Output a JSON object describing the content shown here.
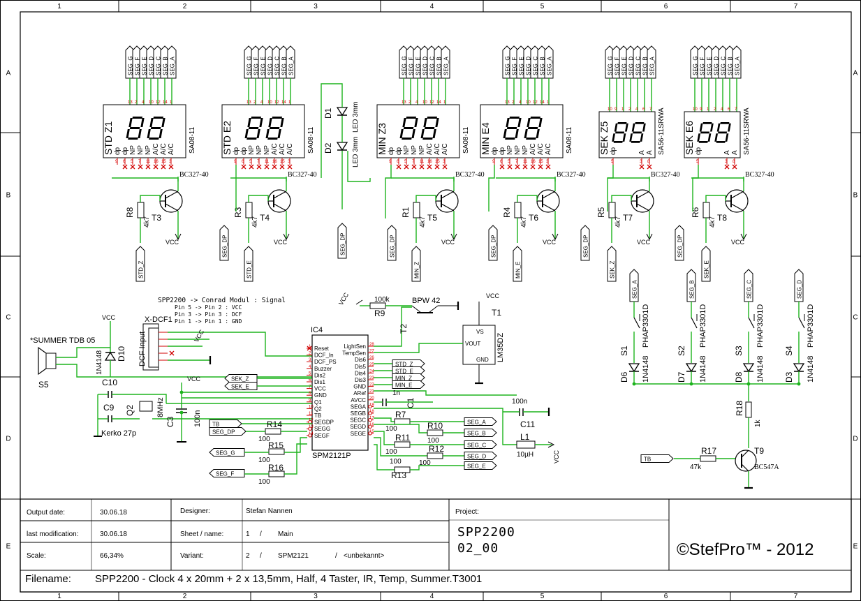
{
  "frame": {
    "columns": [
      "1",
      "2",
      "3",
      "4",
      "5",
      "6",
      "7"
    ],
    "rows": [
      "A",
      "B",
      "C",
      "D",
      "E"
    ]
  },
  "digits": [
    {
      "id": "Z1",
      "label": "STD  Z1",
      "part": "SA08-11",
      "segs": [
        "SEG_G",
        "SEG_F",
        "SEG_E",
        "SEG_D",
        "SEG_C",
        "SEG_B",
        "SEG_A"
      ],
      "pins_top": [
        "13",
        "2",
        "4",
        "10",
        "12",
        "14",
        "1"
      ],
      "pins_bot": [
        "9",
        "6",
        "5",
        "7",
        "11",
        "16",
        "15",
        "3"
      ],
      "bottom": [
        "dp",
        "dp",
        "NP",
        "NP",
        "NP",
        "A/C",
        "A/C",
        "A/C"
      ],
      "led": "8"
    },
    {
      "id": "E2",
      "label": "STD  E2",
      "part": "SA08-11",
      "segs": [
        "SEG_G",
        "SEG_F",
        "SEG_E",
        "SEG_D",
        "SEG_C",
        "SEG_B",
        "SEG_A"
      ],
      "pins_top": [
        "13",
        "2",
        "4",
        "10",
        "12",
        "14",
        "1"
      ],
      "pins_bot": [
        "9",
        "6",
        "5",
        "7",
        "11",
        "16",
        "15",
        "3"
      ],
      "bottom": [
        "dp",
        "dp",
        "NP",
        "NP",
        "NP",
        "A/C",
        "A/C",
        "A/C"
      ],
      "led": "8"
    },
    {
      "id": "Z3",
      "label": "MIN  Z3",
      "part": "SA08-11",
      "segs": [
        "SEG_G",
        "SEG_F",
        "SEG_E",
        "SEG_D",
        "SEG_C",
        "SEG_B",
        "SEG_A"
      ],
      "pins_top": [
        "13",
        "2",
        "4",
        "10",
        "12",
        "14",
        "1"
      ],
      "pins_bot": [
        "9",
        "6",
        "5",
        "7",
        "11",
        "16",
        "15",
        "3"
      ],
      "bottom": [
        "dp",
        "dp",
        "NP",
        "NP",
        "NP",
        "A/C",
        "A/C",
        "A/C"
      ],
      "led": "8"
    },
    {
      "id": "E4",
      "label": "MIN  E4",
      "part": "SA08-11",
      "segs": [
        "SEG_G",
        "SEG_F",
        "SEG_E",
        "SEG_D",
        "SEG_C",
        "SEG_B",
        "SEG_A"
      ],
      "pins_top": [
        "13",
        "2",
        "4",
        "10",
        "12",
        "14",
        "1"
      ],
      "pins_bot": [
        "9",
        "6",
        "5",
        "7",
        "11",
        "16",
        "15",
        "3"
      ],
      "bottom": [
        "dp",
        "dp",
        "NP",
        "NP",
        "NP",
        "A/C",
        "A/C",
        "A/C"
      ],
      "led": "8"
    },
    {
      "id": "Z5",
      "label": "SEK  Z5",
      "part": "SA56-11SRWA",
      "segs": [
        "SEG_G",
        "SEG_F",
        "SEG_E",
        "SEG_D",
        "SEG_C",
        "SEG_B",
        "SEG_A"
      ],
      "pins_top": [
        "10",
        "9",
        "1",
        "2",
        "4",
        "6",
        "7"
      ],
      "pins_bot": [
        "5",
        "3",
        "8"
      ],
      "bottom": [
        "dp",
        "A",
        "A"
      ],
      "led": "8"
    },
    {
      "id": "E6",
      "label": "SEK  E6",
      "part": "SA56-11SRWA",
      "segs": [
        "SEG_G",
        "SEG_F",
        "SEG_E",
        "SEG_D",
        "SEG_C",
        "SEG_B",
        "SEG_A"
      ],
      "pins_top": [
        "10",
        "9",
        "1",
        "2",
        "4",
        "6",
        "7"
      ],
      "pins_bot": [
        "5",
        "3",
        "8"
      ],
      "bottom": [
        "dp",
        "A",
        "A"
      ],
      "led": "8"
    }
  ],
  "transistors": [
    {
      "name": "T3",
      "part": "BC327-40",
      "res": "R8",
      "val": "4k7",
      "sig": "STD_Z",
      "dp": ""
    },
    {
      "name": "T4",
      "part": "BC327-40",
      "res": "R3",
      "val": "4k7",
      "sig": "STD_E",
      "dp": "SEG_DP"
    },
    {
      "name": "T5",
      "part": "BC327-40",
      "res": "R1",
      "val": "4k7",
      "sig": "MIN_Z",
      "dp": "SEG_DP"
    },
    {
      "name": "T6",
      "part": "BC327-40",
      "res": "R4",
      "val": "4k7",
      "sig": "MIN_E",
      "dp": "SEG_DP"
    },
    {
      "name": "T7",
      "part": "BC327-40",
      "res": "R5",
      "val": "4k7",
      "sig": "SEK_Z",
      "dp": "SEG_DP"
    },
    {
      "name": "T8",
      "part": "BC327-40",
      "res": "R6",
      "val": "4k7",
      "sig": "SEK_E",
      "dp": "SEG_DP"
    }
  ],
  "vcc": "VCC",
  "leds": {
    "d1": "D1",
    "d2": "D2",
    "label": "LED 3mm",
    "label2": "LED 3mm"
  },
  "buttons": [
    {
      "sw": "S1",
      "part": "PHAP3301D",
      "sig": "SEG_A",
      "diode": "D6",
      "dpart": "1N4148"
    },
    {
      "sw": "S2",
      "part": "PHAP3301D",
      "sig": "SEG_B",
      "diode": "D7",
      "dpart": "1N4148"
    },
    {
      "sw": "S3",
      "part": "PHAP3301D",
      "sig": "SEG_C",
      "diode": "D8",
      "dpart": "1N4148"
    },
    {
      "sw": "S4",
      "part": "PHAP3301D",
      "sig": "SEG_D",
      "diode": "D3",
      "dpart": "1N4148"
    }
  ],
  "note": {
    "l1": "SPP2200 -> Conrad Modul : Signal",
    "l2": "Pin 5 -> Pin 2 : VCC",
    "l3": "Pin 3 -> Pin 3 : DCF",
    "l4": "Pin 1 -> Pin 1 : GND"
  },
  "dcf": {
    "name": "X-DCF1",
    "label": "DCF Input"
  },
  "summer": {
    "name": "*SUMMER TDB 05",
    "s": "S5",
    "d": "D10",
    "dpart": "1N4148"
  },
  "crystal": {
    "c10": "C10",
    "c9": "C9",
    "q": "Q2",
    "freq": "8MHz",
    "kerko": "Kerko 27p",
    "c3": "C3",
    "c3v": "100n"
  },
  "ic": {
    "name": "IC4",
    "part": "SPM2121P",
    "left": [
      [
        "1",
        "Reset"
      ],
      [
        "2",
        "DCF_In"
      ],
      [
        "3",
        "DCF_PS"
      ],
      [
        "4",
        "Buzzer"
      ],
      [
        "5",
        "Dis2"
      ],
      [
        "6",
        "Dis1"
      ],
      [
        "7",
        "VCC"
      ],
      [
        "8",
        "GND"
      ],
      [
        "9",
        "Q1"
      ],
      [
        "10",
        "Q2"
      ],
      [
        "11",
        "TB"
      ],
      [
        "12",
        "SEGDP"
      ],
      [
        "13",
        "SEGG"
      ],
      [
        "14",
        "SEGF"
      ]
    ],
    "right": [
      [
        "28",
        "LightSen"
      ],
      [
        "27",
        "TempSen"
      ],
      [
        "26",
        "Dis6"
      ],
      [
        "25",
        "Dis5"
      ],
      [
        "24",
        "Dis4"
      ],
      [
        "23",
        "Dis3"
      ],
      [
        "22",
        "GND"
      ],
      [
        "21",
        "ARef"
      ],
      [
        "20",
        "AVCC"
      ],
      [
        "19",
        "SEGA"
      ],
      [
        "18",
        "SEGB"
      ],
      [
        "17",
        "SEGC"
      ],
      [
        "16",
        "SEGD"
      ],
      [
        "15",
        "SEGE"
      ]
    ]
  },
  "rs": {
    "r9": "R9",
    "r9v": "100k",
    "bpw": "BPW 42",
    "t2": "T2",
    "t1": "T1",
    "t1p": "LM35DZ",
    "t1vs": "VS",
    "t1vo": "VOUT",
    "t1g": "GND",
    "r14": "R14",
    "r15": "R15",
    "r16": "R16",
    "v100": "100",
    "r7": "R7",
    "r10": "R10",
    "r11": "R11",
    "r12": "R12",
    "r13": "R13",
    "c1": "C1",
    "c1v": "1n",
    "c11": "C11",
    "c11v": "100n",
    "l1": "L1",
    "l1v": "10µH",
    "r18": "R18",
    "r18v": "1k",
    "r17": "R17",
    "r17v": "47k",
    "t9": "T9",
    "t9p": "BC547A"
  },
  "nets": {
    "sek_z": "SEK_Z",
    "sek_e": "SEK_E",
    "tb": "TB",
    "seg_dp": "SEG_DP",
    "seg_g": "SEG_G",
    "seg_f": "SEG_F",
    "std_z": "STD_Z",
    "std_e": "STD_E",
    "min_z": "MIN_Z",
    "min_e": "MIN_E",
    "seg_a": "SEG_A",
    "seg_b": "SEG_B",
    "seg_c": "SEG_C",
    "seg_d": "SEG_D",
    "seg_e": "SEG_E"
  },
  "titleblock": {
    "out_lbl": "Output date:",
    "out_val": "30.06.18",
    "mod_lbl": "last modification:",
    "mod_val": "30.06.18",
    "scale_lbl": "Scale:",
    "scale_val": "66,34%",
    "des_lbl": "Designer:",
    "des_val": "Stefan Nannen",
    "sheet_lbl": "Sheet / name:",
    "sheet_num": "1",
    "sheet_sep": "/",
    "sheet_name": "Main",
    "var_lbl": "Variant:",
    "var_num": "2",
    "var_sep": "/",
    "var_name": "SPM2121",
    "var_sep2": "/",
    "var_extra": "<unbekannt>",
    "proj_lbl": "Project:",
    "proj_1": "SPP2200",
    "proj_2": "02_00",
    "copyright": "©StefPro™ - 2012",
    "file_lbl": "Filename:",
    "file_val": "SPP2200 - Clock 4 x 20mm + 2 x 13,5mm, Half, 4 Taster, IR, Temp, Summer.T3001"
  },
  "colors": {
    "wire": "#1db31d",
    "pin": "#d00000",
    "pinLabel": "#e00000",
    "ink": "#000000"
  }
}
